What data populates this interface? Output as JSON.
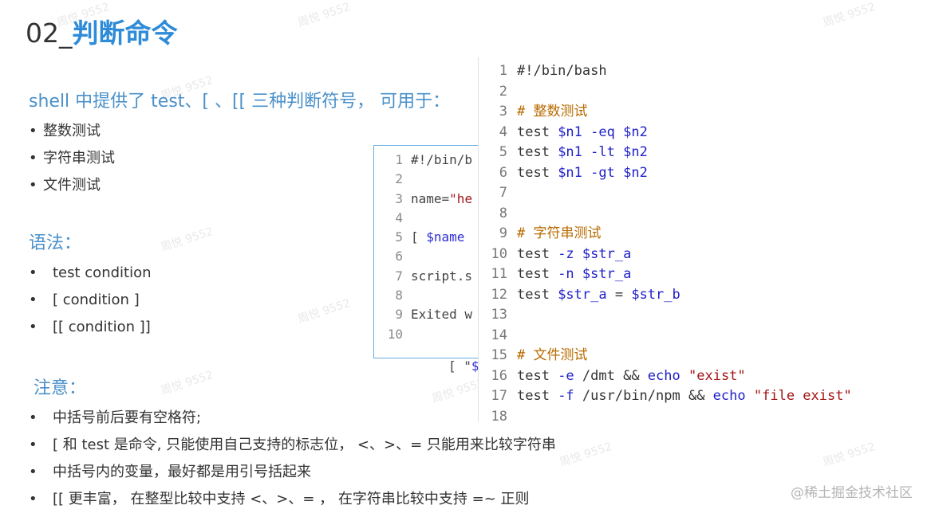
{
  "title": {
    "prefix": "02_",
    "accent": "判断命令"
  },
  "intro": {
    "heading": "shell 中提供了 test、[ 、[[ 三种判断符号， 可用于：",
    "items": [
      "整数测试",
      "字符串测试",
      "文件测试"
    ]
  },
  "syntax": {
    "heading": "语法：",
    "items": [
      "test condition",
      "[ condition ]",
      "[[ condition ]]"
    ]
  },
  "notes": {
    "heading": "注意：",
    "items": [
      "中括号前后要有空格符;",
      "[ 和 test 是命令, 只能使用自己支持的标志位， <、>、= 只能用来比较字符串",
      "中括号内的变量，最好都是用引号括起来",
      "[[ 更丰富， 在整型比较中支持 <、>、= ， 在字符串比较中支持 =~ 正则"
    ]
  },
  "back_panel": {
    "line_numbers": [
      "1",
      "2",
      "3",
      "4",
      "5",
      "6",
      "7",
      "8",
      "9",
      "10"
    ],
    "lines": {
      "l1": "#!/bin/b",
      "l3_a": "name=",
      "l3_b": "\"he",
      "l5_a": "[ ",
      "l5_b": "$name",
      "l7": "script.s",
      "l9": "Exited w"
    },
    "fragment_a": "[ \"",
    "fragment_b": "$n"
  },
  "front_panel": {
    "line_numbers": [
      "1",
      "2",
      "3",
      "4",
      "5",
      "6",
      "7",
      "8",
      "9",
      "10",
      "11",
      "12",
      "13",
      "14",
      "15",
      "16",
      "17",
      "18"
    ],
    "lines": {
      "l1": "#!/bin/bash",
      "l3": "# 整数测试",
      "l4": [
        "test ",
        "$n1",
        " -eq ",
        "$n2"
      ],
      "l5": [
        "test ",
        "$n1",
        " -lt ",
        "$n2"
      ],
      "l6": [
        "test ",
        "$n1",
        " -gt ",
        "$n2"
      ],
      "l9": "# 字符串测试",
      "l10": [
        "test ",
        "-z",
        " ",
        "$str_a"
      ],
      "l11": [
        "test ",
        "-n",
        " ",
        "$str_a"
      ],
      "l12": [
        "test ",
        "$str_a",
        " = ",
        "$str_b"
      ],
      "l15": "# 文件测试",
      "l16": [
        "test ",
        "-e",
        " /dmt && ",
        "echo",
        " ",
        "\"exist\""
      ],
      "l17": [
        "test ",
        "-f",
        " /usr/bin/npm && ",
        "echo",
        " ",
        "\"file exist\""
      ]
    }
  },
  "watermark": "稀土掘金技术社区",
  "signature": "@稀土掘金技术社区",
  "bg_watermark": "周悦 9552",
  "colors": {
    "accent": "#2e8bd8",
    "heading": "#4a90c9",
    "keyword": "#1f1fc8",
    "string": "#a31515",
    "comment": "#b86b00"
  }
}
